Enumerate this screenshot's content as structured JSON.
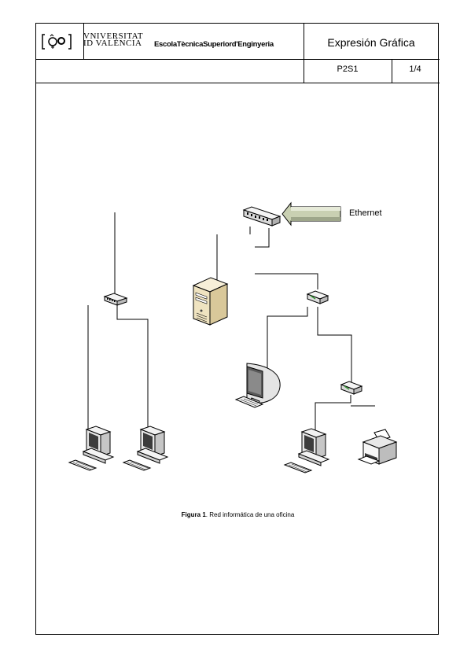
{
  "header": {
    "university": [
      "VNIVERSITAT",
      "ID VALÈNCIA"
    ],
    "school": "EscolaTècnicaSuperiord'Enginyeria",
    "title": "Expresión Gráfica",
    "code": "P2S1",
    "page": "1/4"
  },
  "diagram": {
    "ethernet_label": "Ethernet"
  },
  "caption": {
    "label": "Figura 1",
    "text": ". Red informática de una oficina"
  },
  "icons": [
    "logo-seal-icon",
    "hub-icon",
    "server-icon",
    "monitor-icon",
    "desktop-computer-icon",
    "printer-icon",
    "arrow-left-icon"
  ]
}
